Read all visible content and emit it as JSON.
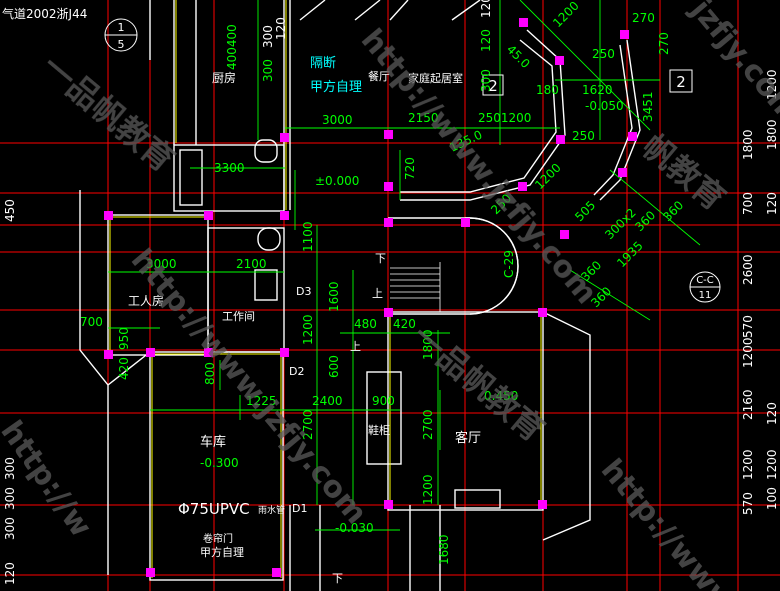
{
  "drawing": {
    "header_note": "气道2002浙J44",
    "section_ref_top": "1",
    "section_ref_bottom": "5",
    "axis_marker_2a": "2",
    "axis_marker_2b": "2",
    "section_cc_top": "C-C",
    "section_cc_bottom": "11",
    "stair_label": "C-29",
    "stair_down": "下",
    "stair_up": "上",
    "stair_up2": "上",
    "stair_down2": "下",
    "rooms": {
      "kitchen": "厨房",
      "dining": "餐厅",
      "family_room": "家庭起居室",
      "partition": "隔断",
      "owner_supply": "甲方自理",
      "workshop": "工人房",
      "workroom": "工作间",
      "garage": "车库",
      "living": "客厅",
      "shoe_cabinet": "鞋柜",
      "rolling_door": "卷帘门",
      "owner_supply_2": "甲方自理",
      "drain_pipe": "Φ75UPVC",
      "drain_pipe_suffix": "雨水管"
    },
    "doors": {
      "d1": "D1",
      "d2": "D2",
      "d3": "D3"
    },
    "levels": {
      "level_000": "±0.000",
      "level_050": "-0.050",
      "level_300": "-0.300",
      "level_030": "-0.030",
      "level_450": "0.450"
    },
    "dims": {
      "d400400": "400400",
      "d300a": "300",
      "d120a": "120",
      "d300b": "300",
      "d3000a": "3000",
      "d2150": "2150",
      "d2501200": "2501200",
      "d1350": "135.0",
      "d1200a": "1200",
      "d250a": "250",
      "d270a": "270",
      "d1620": "1620",
      "d180": "180",
      "d270b": "270",
      "d3451": "3451",
      "d450a": "45.0",
      "d250b": "250",
      "d1200b": "1200",
      "d250c": "250",
      "d3300": "3300",
      "d720": "720",
      "d1100": "1100",
      "d3000b": "3000",
      "d2100": "2100",
      "d1600": "1600",
      "d700a": "700",
      "d950": "950",
      "d420a": "420",
      "d1200c": "1200",
      "d480": "480",
      "d420b": "420",
      "d1800a": "1800",
      "d600": "600",
      "d800": "800",
      "d1225": "1225",
      "d2400": "2400",
      "d900": "900",
      "d2700a": "2700",
      "d2700b": "2700",
      "d1200d": "1200",
      "d1680": "1680",
      "d505": "505",
      "d300x2": "300x2",
      "d360a": "360",
      "d1935": "1935",
      "d360b": "360",
      "d360c": "360",
      "d360d": "360",
      "d120b": "120",
      "d300c": "300",
      "d300d": "300",
      "d300e": "300",
      "d120c": "120",
      "r1800": "1800",
      "r700": "700",
      "r2600": "2600",
      "r1200": "1200",
      "r2160": "2160",
      "r1200b": "1200",
      "r570": "570",
      "r570b": "570",
      "r1200c": "1200",
      "r1800b": "1800",
      "r1200d": "1200",
      "r120": "120",
      "r100": "100",
      "r120b": "120",
      "l450": "450",
      "l300": "300",
      "l120": "120"
    },
    "watermarks": {
      "w1": "http://www.jzfjy.com",
      "w2": "一品帆教育",
      "w3": "http://www.jzfjy.com",
      "w4": "一品帆教育",
      "w5": "http://www",
      "w6": "帆教育",
      "w7": "jzfjy.com",
      "w8": "http://w"
    },
    "colors": {
      "background": "#000000",
      "wall": "#ffffff",
      "dimension": "#00ff00",
      "axis": "#ff0000",
      "column": "#ff00ff",
      "fill": "#ffff00",
      "watermark": "#5a5a5a",
      "text_cyan": "#00ffff"
    }
  }
}
